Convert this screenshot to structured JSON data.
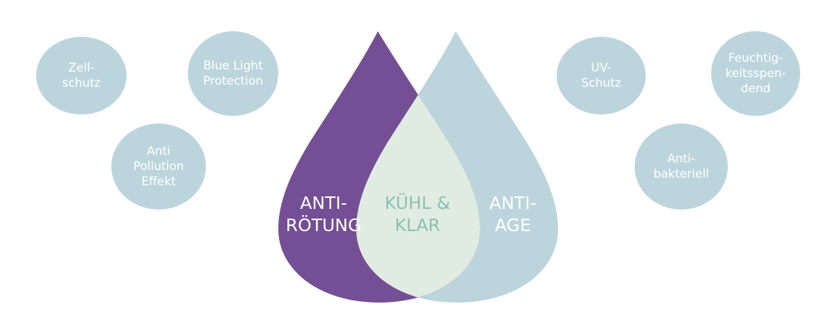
{
  "colors": {
    "bubble": "#bcd5dd",
    "bubble_text": "#ffffff",
    "left_drop": "#754f95",
    "right_drop": "#bcd5dd",
    "overlap": "#e0ece1",
    "overlap_text": "#8cc0b6"
  },
  "bubbles": {
    "zellschutz": "Zell-\nschutz",
    "blue_light": "Blue Light\nProtection",
    "anti_pollution": "Anti\nPollution\nEffekt",
    "uv_schutz": "UV-\nSchutz",
    "feuchtigkeit": "Feuchtig-\nkeitsspen-\ndend",
    "antibakteriell": "Anti-\nbakteriell"
  },
  "drops": {
    "left_label": "ANTI-\nRÖTUNG",
    "center_label": "KÜHL &\nKLAR",
    "right_label": "ANTI-\nAGE"
  }
}
